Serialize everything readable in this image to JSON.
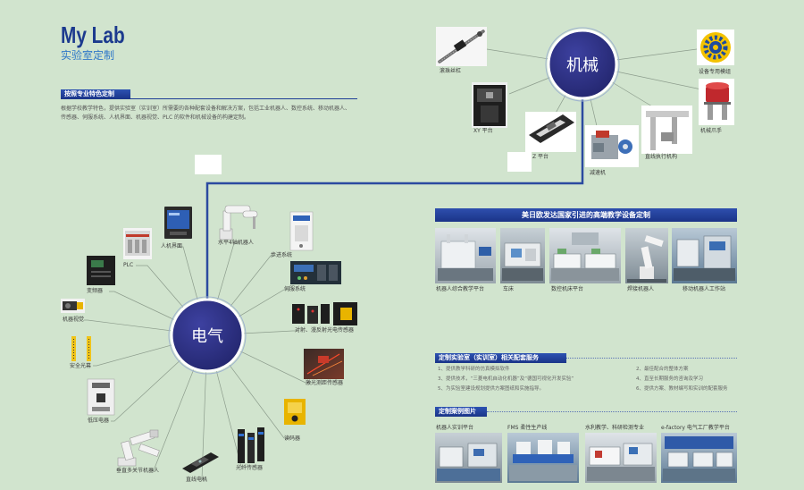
{
  "header": {
    "title": "My Lab",
    "subtitle": "实验室定制"
  },
  "intro": {
    "heading": "按照专业特色定制",
    "lines": [
      "根据学校教学特色，提供实验室（实训室）所需要的各种配套设备和解决方案，包括工业机器人、数控系统、移动机器人、",
      "传感器、伺服系统、人机界面、机器视觉、PLC 的软件和机械设备的构建定制。"
    ]
  },
  "hubs": {
    "mechanical": "机械",
    "electrical": "电气"
  },
  "mechanical": {
    "items": [
      {
        "label": "滚珠丝杠",
        "icon": "ball-screw"
      },
      {
        "label": "设备专用模组",
        "icon": "gear-logo"
      },
      {
        "label": "XY 平台",
        "icon": "xy-stage"
      },
      {
        "label": "Z 平台",
        "icon": "z-stage"
      },
      {
        "label": "减速机",
        "icon": "reducer"
      },
      {
        "label": "直线执行机构",
        "icon": "linear-actuator"
      },
      {
        "label": "机械爪手",
        "icon": "gripper"
      }
    ]
  },
  "electrical": {
    "items": [
      {
        "label": "人机界面",
        "icon": "hmi-panel"
      },
      {
        "label": "PLC",
        "icon": "plc-module"
      },
      {
        "label": "变频器",
        "icon": "inverter"
      },
      {
        "label": "机器视觉",
        "icon": "vision-camera"
      },
      {
        "label": "安全光幕",
        "icon": "light-curtain"
      },
      {
        "label": "低压电器",
        "icon": "circuit-breaker"
      },
      {
        "label": "垂直多关节机器人",
        "icon": "articulated-robot"
      },
      {
        "label": "直线电机",
        "icon": "linear-motor"
      },
      {
        "label": "光纤传感器",
        "icon": "fiber-sensor"
      },
      {
        "label": "读码器",
        "icon": "code-reader"
      },
      {
        "label": "激光测距传感器",
        "icon": "laser-sensor"
      },
      {
        "label": "对射、漫反射光电传感器",
        "icon": "photoelectric-sensor"
      },
      {
        "label": "伺服系统",
        "icon": "servo-system"
      },
      {
        "label": "步进系统",
        "icon": "stepper-system"
      },
      {
        "label": "水平4轴机器人",
        "icon": "scara-robot"
      }
    ]
  },
  "imported": {
    "heading": "美日欧发达国家引进的高端教学设备定制",
    "photos": [
      {
        "label": "机器人综合教学平台"
      },
      {
        "label": "车床"
      },
      {
        "label": "数控机床平台"
      },
      {
        "label": "焊接机器人"
      },
      {
        "label": "移动机器人工作站"
      }
    ]
  },
  "services": {
    "heading": "定制实验室（实训室）相关配套服务",
    "items": [
      "1、提供教学科研的仿真模拟软件",
      "3、提供技术，“三菱电机自动化机器”及“德国可视化开发实验”",
      "5、为实验室建设规划提供方案图纸和实施指导。",
      "2、最佳配合的整体方案",
      "4、直至长期服务的咨询及学习",
      "6、提供方案、教材编写和实训的配套服务"
    ]
  },
  "cases": {
    "heading": "定制案例图片",
    "photos": [
      {
        "label": "机器人实训平台"
      },
      {
        "label": "FMS 柔性生产线"
      },
      {
        "label": "水利教学、科研检测专业"
      },
      {
        "label": "e-factory 电气工厂教学平台"
      }
    ]
  },
  "colors": {
    "background": "#d1e4ce",
    "hub": "#2a2d7c",
    "accent": "#1e3d96",
    "connector": "#2b4aa0"
  }
}
